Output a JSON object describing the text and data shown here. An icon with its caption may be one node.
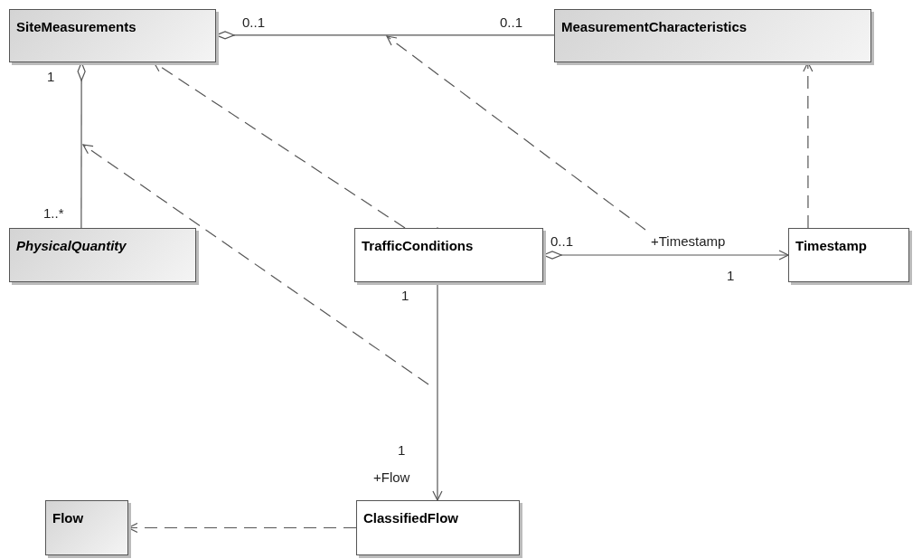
{
  "diagram": {
    "nodes": [
      {
        "text": [
          "SiteMeasurements"
        ]
      },
      {
        "text": [
          "MeasurementCharacteristics"
        ]
      },
      {
        "text": [
          "PhysicalQuantity"
        ]
      },
      {
        "text": [
          "TrafficConditions"
        ]
      },
      {
        "text": [
          "Timestamp"
        ]
      },
      {
        "text": [
          "Flow"
        ]
      },
      {
        "text": [
          "ClassifiedFlow"
        ]
      }
    ],
    "edges": [
      {
        "from": 0,
        "to": 1,
        "arrow": "other"
      },
      {
        "from": 0,
        "to": 2,
        "arrow": "other"
      },
      {
        "from": 3,
        "to": 4,
        "arrow": "to"
      },
      {
        "from": 3,
        "to": 6,
        "arrow": "to"
      },
      {
        "from": 3,
        "to": 0,
        "arrow": "to",
        "style": "dashed"
      },
      {
        "from": 4,
        "to": 1,
        "arrow": "to",
        "style": "dashed"
      },
      {
        "from": 6,
        "to": 5,
        "arrow": "to",
        "style": "dashed"
      }
    ],
    "labels": [
      "0..1",
      "0..1",
      "1",
      "1..*",
      "0..1",
      "+Timestamp",
      "1",
      "1",
      "1",
      "+Flow"
    ]
  }
}
